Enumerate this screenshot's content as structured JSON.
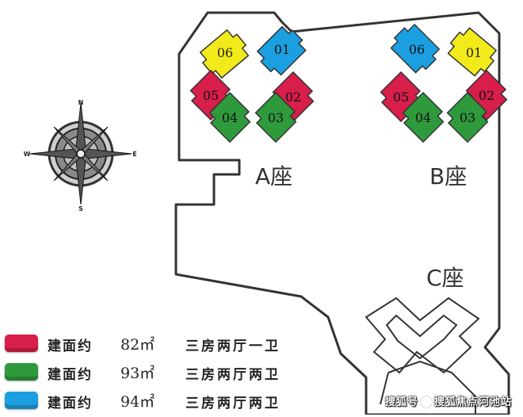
{
  "colors": {
    "red": "#d81e4a",
    "green": "#2e9a3c",
    "blue": "#1b9fe0",
    "yellow": "#f2ea1a",
    "outline": "#333333"
  },
  "compass": {
    "n": "N",
    "s": "S",
    "e": "E",
    "w": "W"
  },
  "buildings": {
    "a": {
      "label": "A座",
      "units": [
        {
          "num": "06",
          "color": "yellow"
        },
        {
          "num": "01",
          "color": "blue"
        },
        {
          "num": "05",
          "color": "red"
        },
        {
          "num": "02",
          "color": "red"
        },
        {
          "num": "04",
          "color": "green"
        },
        {
          "num": "03",
          "color": "green"
        }
      ]
    },
    "b": {
      "label": "B座",
      "units": [
        {
          "num": "06",
          "color": "blue"
        },
        {
          "num": "01",
          "color": "yellow"
        },
        {
          "num": "05",
          "color": "red"
        },
        {
          "num": "02",
          "color": "red"
        },
        {
          "num": "04",
          "color": "green"
        },
        {
          "num": "03",
          "color": "green"
        }
      ]
    },
    "c": {
      "label": "C座"
    }
  },
  "legend": [
    {
      "color": "red",
      "prefix": "建面约",
      "area": "82㎡",
      "layout": "三房两厅一卫"
    },
    {
      "color": "green",
      "prefix": "建面约",
      "area": "93㎡",
      "layout": "三房两厅两卫"
    },
    {
      "color": "blue",
      "prefix": "建面约",
      "area": "94㎡",
      "layout": "三房两厅两卫"
    }
  ],
  "watermark": {
    "left": "搜狐号",
    "right": "搜狐焦点河池站"
  }
}
